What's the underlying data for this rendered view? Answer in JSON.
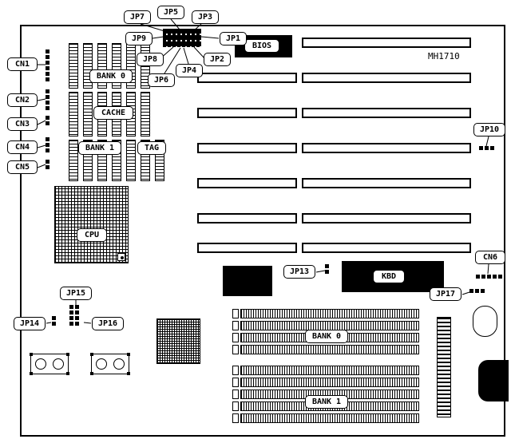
{
  "board": {
    "part_number": "MH1710"
  },
  "labels": {
    "jp1": "JP1",
    "jp2": "JP2",
    "jp3": "JP3",
    "jp4": "JP4",
    "jp5": "JP5",
    "jp6": "JP6",
    "jp7": "JP7",
    "jp8": "JP8",
    "jp9": "JP9",
    "jp10": "JP10",
    "jp13": "JP13",
    "jp14": "JP14",
    "jp15": "JP15",
    "jp16": "JP16",
    "jp17": "JP17",
    "cn1": "CN1",
    "cn2": "CN2",
    "cn3": "CN3",
    "cn4": "CN4",
    "cn5": "CN5",
    "cn6": "CN6",
    "bios": "BIOS",
    "kbd": "KBD",
    "cpu": "CPU",
    "bank0_cache": "BANK 0",
    "cache": "CACHE",
    "bank1_cache": "BANK 1",
    "tag": "TAG",
    "bank0_ram": "BANK 0",
    "bank1_ram": "BANK 1"
  }
}
